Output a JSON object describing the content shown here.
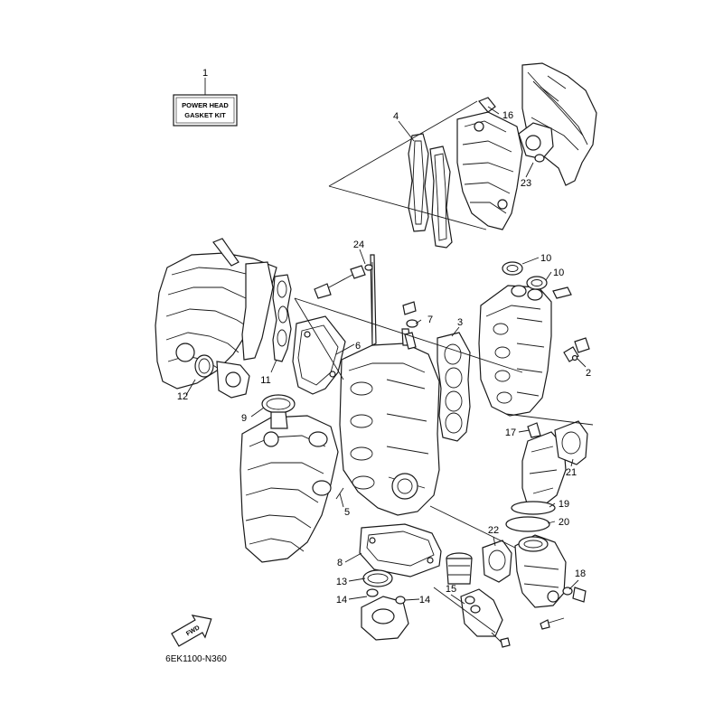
{
  "kit_label": {
    "line1": "POWER HEAD",
    "line2": "GASKET KIT"
  },
  "fwd_label": "FWD",
  "doc_code": "6EK1100-N360",
  "callouts": [
    "1",
    "2",
    "3",
    "4",
    "5",
    "6",
    "7",
    "8",
    "9",
    "10",
    "10",
    "11",
    "12",
    "13",
    "14",
    "14",
    "15",
    "16",
    "17",
    "18",
    "19",
    "20",
    "21",
    "22",
    "23",
    "24"
  ]
}
